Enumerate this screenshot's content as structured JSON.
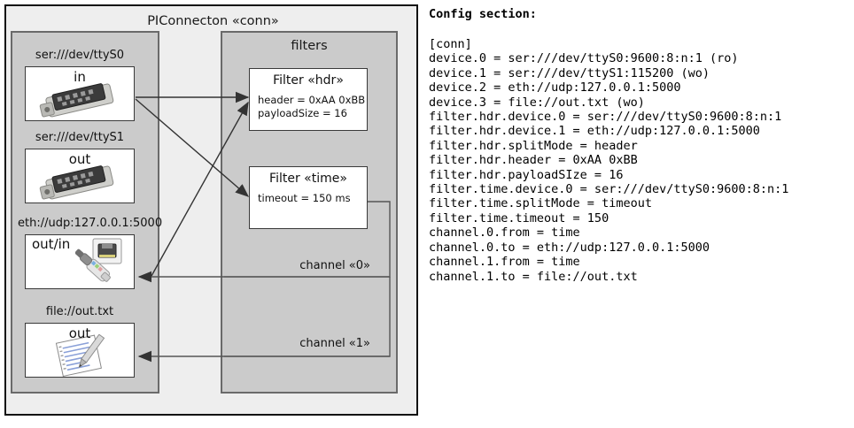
{
  "diagram": {
    "title": "PIConnecton «conn»",
    "devices_group_title": "",
    "filters_group_title": "filters",
    "devices": [
      {
        "caption": "ser:///dev/ttyS0",
        "direction": "in",
        "icon": "serial-db9-icon"
      },
      {
        "caption": "ser:///dev/ttyS1",
        "direction": "out",
        "icon": "serial-db9-icon"
      },
      {
        "caption": "eth://udp:127.0.0.1:5000",
        "direction": "out/in",
        "icon": "ethernet-plug-icon"
      },
      {
        "caption": "file://out.txt",
        "direction": "out",
        "icon": "text-document-icon"
      }
    ],
    "filters": [
      {
        "title": "Filter «hdr»",
        "props": [
          "header = 0xAA 0xBB",
          "payloadSize = 16"
        ]
      },
      {
        "title": "Filter «time»",
        "props": [
          "timeout = 150 ms"
        ]
      }
    ],
    "channels": [
      {
        "label": "channel «0»"
      },
      {
        "label": "channel «1»"
      }
    ],
    "colors": {
      "outer_fill": "#eeeeee",
      "outer_border": "#111111",
      "group_fill": "#cbcbcb",
      "group_border": "#6a6a6a",
      "card_fill": "#ffffff",
      "card_border": "#3a3a3a",
      "arrow": "#333333"
    }
  },
  "config": {
    "heading": "Config section:",
    "lines": [
      "[conn]",
      "device.0 = ser:///dev/ttyS0:9600:8:n:1 (ro)",
      "device.1 = ser:///dev/ttyS1:115200 (wo)",
      "device.2 = eth://udp:127.0.0.1:5000",
      "device.3 = file://out.txt (wo)",
      "filter.hdr.device.0 = ser:///dev/ttyS0:9600:8:n:1",
      "filter.hdr.device.1 = eth://udp:127.0.0.1:5000",
      "filter.hdr.splitMode = header",
      "filter.hdr.header = 0xAA 0xBB",
      "filter.hdr.payloadSIze = 16",
      "filter.time.device.0 = ser:///dev/ttyS0:9600:8:n:1",
      "filter.time.splitMode = timeout",
      "filter.time.timeout = 150",
      "channel.0.from = time",
      "channel.0.to = eth://udp:127.0.0.1:5000",
      "channel.1.from = time",
      "channel.1.to = file://out.txt"
    ]
  }
}
